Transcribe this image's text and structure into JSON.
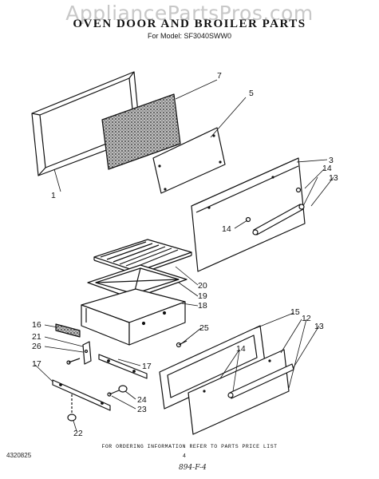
{
  "header": {
    "watermark": "AppliancePartsPros.com",
    "title": "OVEN DOOR AND BROILER PARTS",
    "subtitle": "For Model: SF3040SWW0"
  },
  "callouts": {
    "c1": "1",
    "c7": "7",
    "c5": "5",
    "c3": "3",
    "c14a": "14",
    "c13a": "13",
    "c14b": "14",
    "c20": "20",
    "c19": "19",
    "c18": "18",
    "c16": "16",
    "c25": "25",
    "c21": "21",
    "c26": "26",
    "c17a": "17",
    "c17b": "17",
    "c24": "24",
    "c23": "23",
    "c22": "22",
    "c15": "15",
    "c12": "12",
    "c13b": "13",
    "c14c": "14"
  },
  "footer": {
    "ordering_note": "FOR ORDERING INFORMATION REFER TO PARTS PRICE LIST",
    "catalog_number": "4320825",
    "page_number": "4",
    "handwritten_mark": "894-F-4"
  }
}
